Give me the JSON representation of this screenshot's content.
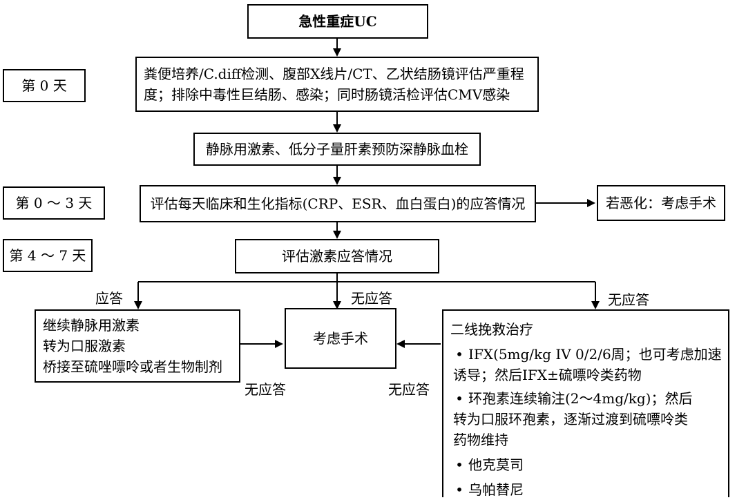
{
  "diagram": {
    "title": "急性重症UC",
    "step1": {
      "line1": "粪便培养/C.diff检测、腹部X线片/CT、乙状结肠镜评估严重程",
      "line2": "度；排除中毒性巨结肠、感染；同时肠镜活检评估CMV感染"
    },
    "step2": "静脉用激素、低分子量肝素预防深静脉血栓",
    "step3": "评估每天临床和生化指标(CRP、ESR、血白蛋白)的应答情况",
    "worsen": "若恶化：考虑手术",
    "step4": "评估激素应答情况",
    "response_label": "应答",
    "no_response_center": "无应答",
    "no_response_right": "无应答",
    "no_response_bottom_left": "无应答",
    "no_response_bottom_right": "无应答",
    "surgery": "考虑手术",
    "continue_box": {
      "line1": "继续静脉用激素",
      "line2": "转为口服激素",
      "line3": "桥接至硫唑嘌呤或者生物制剂"
    },
    "salvage": {
      "title": "二线挽救治疗",
      "ifx_line1": "IFX(5mg/kg IV 0/2/6周；也可考虑加速",
      "ifx_line2": "诱导；然后IFX±硫嘌呤类药物",
      "csa_line1": "环孢素连续输注(2～4mg/kg)；然后",
      "csa_line2": "转为口服环孢素，逐渐过渡到硫嘌呤类",
      "csa_line3": "药物维持",
      "tofacitinib": "他克莫司",
      "upadacitinib": "乌帕替尼",
      "bullet": "•"
    }
  },
  "timeline": {
    "day0": "第 0 天",
    "day0_3": "第 0 ～ 3 天",
    "day4_7": "第 4 ～ 7 天"
  }
}
